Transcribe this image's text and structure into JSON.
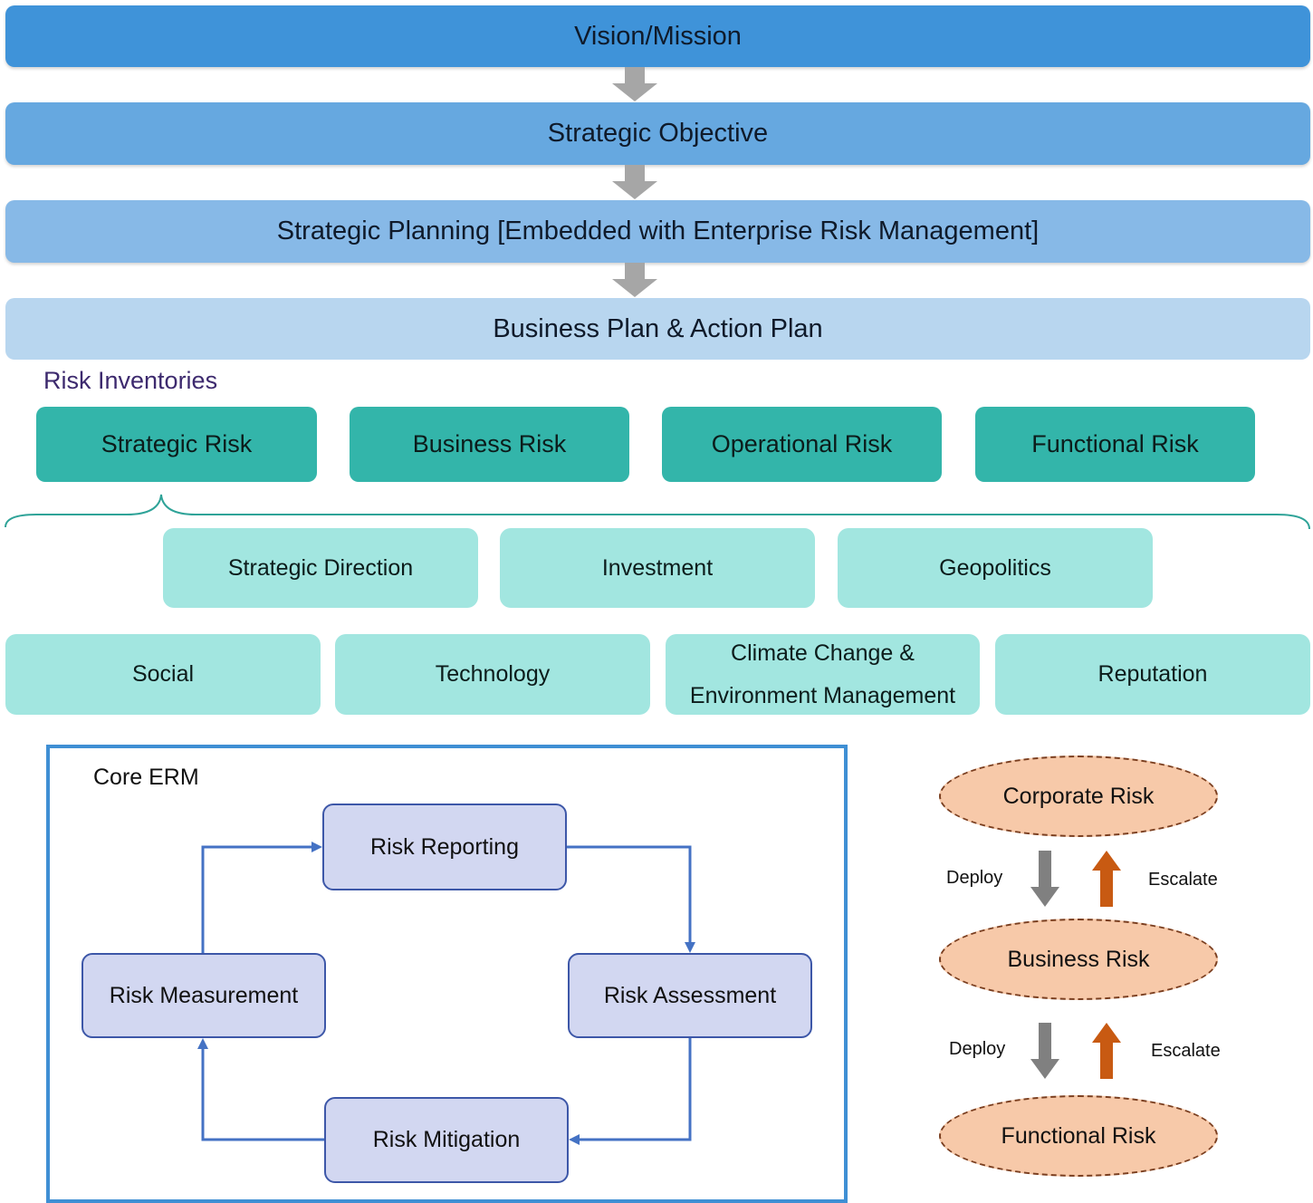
{
  "strategy_flow": {
    "vision": "Vision/Mission",
    "objective": "Strategic Objective",
    "planning": "Strategic Planning [Embedded with Enterprise Risk Management]",
    "business_plan": "Business Plan & Action Plan"
  },
  "risk_inventories": {
    "label": "Risk Inventories",
    "categories": [
      "Strategic Risk",
      "Business Risk",
      "Operational Risk",
      "Functional Risk"
    ],
    "strategic_subtypes_row1": [
      "Strategic Direction",
      "Investment",
      "Geopolitics"
    ],
    "strategic_subtypes_row2": [
      "Social",
      "Technology",
      "Climate Change &",
      "Environment Management",
      "Reputation"
    ]
  },
  "core_erm": {
    "title": "Core ERM",
    "reporting": "Risk Reporting",
    "assessment": "Risk Assessment",
    "mitigation": "Risk Mitigation",
    "measurement": "Risk Measurement"
  },
  "risk_hierarchy": {
    "corporate": "Corporate Risk",
    "business": "Business Risk",
    "functional": "Functional Risk",
    "deploy_1": "Deploy",
    "escalate_1": "Escalate",
    "deploy_2": "Deploy",
    "escalate_2": "Escalate"
  },
  "colors": {
    "vision": "#3f93d9",
    "objective": "#66a8e0",
    "planning": "#87b9e7",
    "business_plan": "#b8d6ef",
    "category": "#33b5aa",
    "subtype": "#a2e6e0",
    "erm_node": "#d2d7f1",
    "hierarchy_node": "#f7c9a9",
    "deploy_arrow": "#808080",
    "escalate_arrow": "#c85a12"
  }
}
